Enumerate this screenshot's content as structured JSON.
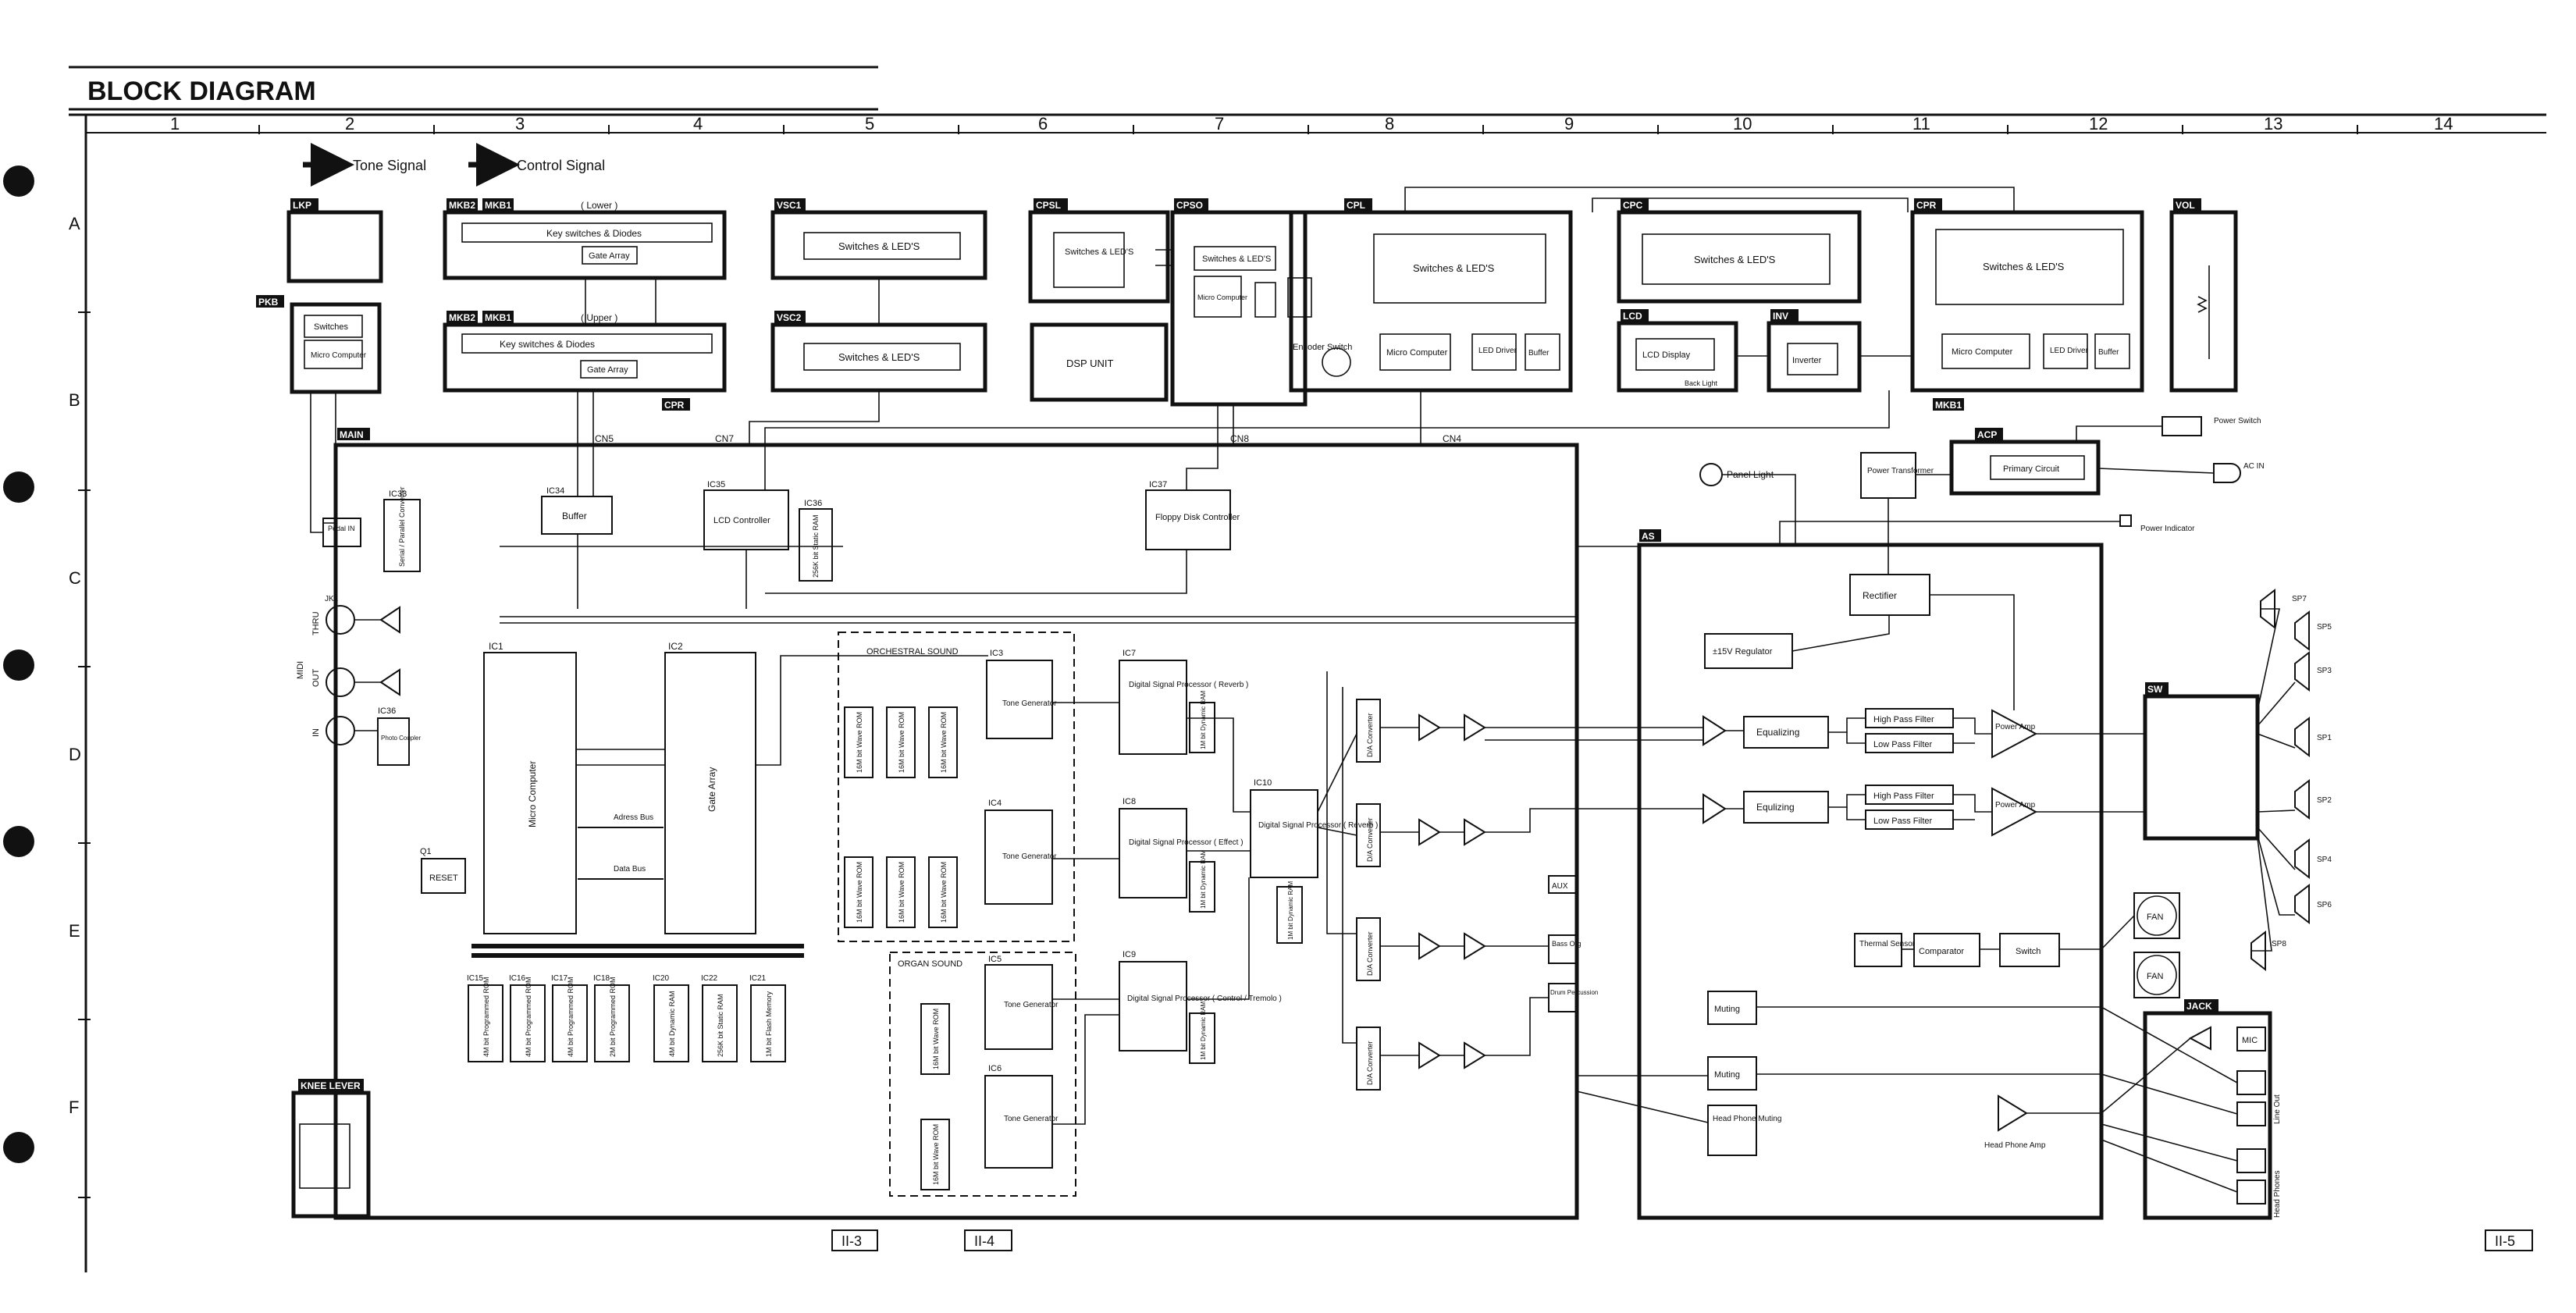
{
  "title": "BLOCK DIAGRAM",
  "legend": {
    "tone": "Tone Signal",
    "control": "Control Signal"
  },
  "columns": [
    "1",
    "2",
    "3",
    "4",
    "5",
    "6",
    "7",
    "8",
    "9",
    "10",
    "11",
    "12",
    "13",
    "14"
  ],
  "rows": [
    "A",
    "B",
    "C",
    "D",
    "E",
    "F"
  ],
  "page_refs": {
    "p3": "II-3",
    "p4": "II-4",
    "p5": "II-5"
  },
  "boards": {
    "lkp": "LKP",
    "pkb": "PKB",
    "mkb2": "MKB2",
    "mkb1": "MKB1",
    "vsc1": "VSC1",
    "vsc2": "VSC2",
    "cpsl": "CPSL",
    "cpso": "CPSO",
    "cpl": "CPL",
    "cpc": "CPC",
    "cpr": "CPR",
    "vol": "VOL",
    "lcd": "LCD",
    "inv": "INV",
    "main": "MAIN",
    "acp": "ACP",
    "as": "AS",
    "sw": "SW",
    "jack": "JACK",
    "knee": "KNEE LEVER",
    "mkb1b": "MKB1"
  },
  "labels": {
    "lower": "( Lower )",
    "upper": "( Upper )",
    "key_sw": "Key switches & Diodes",
    "gate_array": "Gate Array",
    "switches": "Switches",
    "micro": "Micro Computer",
    "sw_leds": "Switches & LED'S",
    "sw_leds_short": "Switches & LED'S",
    "led": "LED Driver",
    "buffer": "Buffer",
    "encoder": "Encoder Switch",
    "lcd_display": "LCD Display",
    "inverter": "Inverter",
    "back_light": "Back Light",
    "dsp_unit": "DSP UNIT",
    "led_s": "Switches & LED'S",
    "pedal": "Pedal IN",
    "serial": "Serial / Parallel Converter",
    "buffer34": "Buffer",
    "lcd_ctrl": "LCD Controller",
    "sram": "256K bit Static RAM",
    "floppy": "Floppy Disk Controller",
    "ic33": "IC33",
    "ic34": "IC34",
    "ic35": "IC35",
    "ic36": "IC36",
    "ic37": "IC37",
    "ic1": "IC1",
    "ic2": "IC2",
    "ic36b": "IC36",
    "q1": "Q1",
    "micro_computer": "Micro Computer",
    "gate_array2": "Gate Array",
    "photo": "Photo Coupler",
    "reset": "RESET",
    "addr_bus": "Adress Bus",
    "data_bus": "Data Bus",
    "orchestral": "ORCHESTRAL SOUND",
    "organ": "ORGAN SOUND",
    "tone_gen": "Tone Generator",
    "wave_rom": "16M bit Wave ROM",
    "dsp_reverb": "Digital Signal Processor ( Reverb )",
    "dsp_effect": "Digital Signal Processor ( Effect )",
    "dsp_control": "Digital Signal Processor ( Control / Tremolo )",
    "dsp_reverb2": "Digital Signal Processor ( Reverb )",
    "dram": "1M bit Dynamic RAM",
    "da": "D/A Converter",
    "aux": "AUX",
    "bass_org": "Bass Org",
    "drum": "Drum Percussion",
    "panel_light": "Panel Light",
    "power_tr": "Power Transformer",
    "primary": "Primary Circuit",
    "power_sw": "Power Switch",
    "ac": "AC IN",
    "power_ind": "Power Indicator",
    "rectifier": "Rectifier",
    "regulator": "±15V Regulator",
    "equalizing": "Equalizing",
    "equalizing2": "Equlizing",
    "hpf": "High Pass Filter",
    "lpf": "Low Pass Filter",
    "power_amp": "Power Amp",
    "thermal": "Thermal Sensor",
    "comparator": "Comparator",
    "switch": "Switch",
    "fan": "FAN",
    "muting": "Muting",
    "hp_muting": "Head Phone Muting",
    "hp_amp": "Head Phone Amp",
    "mic": "MIC",
    "line_out": "Line Out",
    "head_phones": "Head Phones",
    "sp1": "SP1",
    "sp2": "SP2",
    "sp3": "SP3",
    "sp4": "SP4",
    "sp5": "SP5",
    "sp6": "SP6",
    "sp7": "SP7",
    "sp8": "SP8",
    "thru": "THRU",
    "out": "OUT",
    "in": "IN",
    "midi": "MIDI"
  },
  "memories": [
    "4M bit Programmed ROM",
    "4M bit Programmed ROM",
    "4M bit Programmed ROM",
    "2M bit Programmed ROM",
    "4M bit Dynamic RAM",
    "256K bit Static RAM",
    "1M bit Flash Memory"
  ],
  "memory_ics": [
    "IC15",
    "IC16",
    "IC17",
    "IC18",
    "IC20",
    "IC22",
    "IC21"
  ]
}
